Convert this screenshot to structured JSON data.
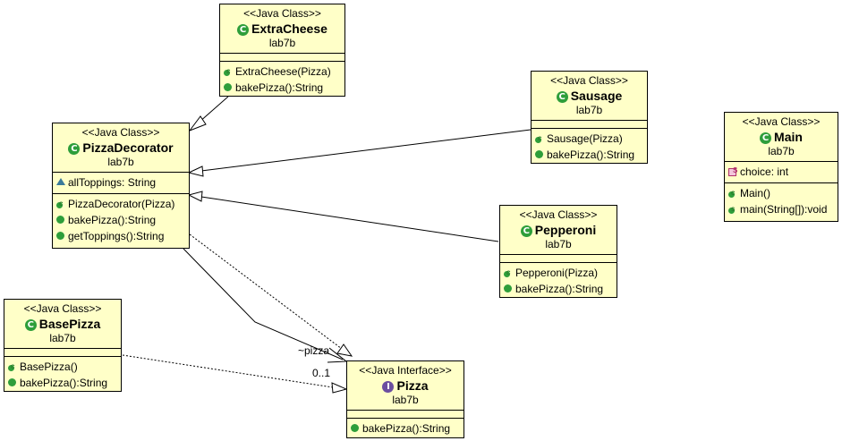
{
  "classes": {
    "extra_cheese": {
      "stereotype": "<<Java Class>>",
      "name": "ExtraCheese",
      "package": "lab7b",
      "badge": "C",
      "attributes": [],
      "methods": [
        "ExtraCheese(Pizza)",
        "bakePizza():String"
      ]
    },
    "sausage": {
      "stereotype": "<<Java Class>>",
      "name": "Sausage",
      "package": "lab7b",
      "badge": "C",
      "attributes": [],
      "methods": [
        "Sausage(Pizza)",
        "bakePizza():String"
      ]
    },
    "main": {
      "stereotype": "<<Java Class>>",
      "name": "Main",
      "package": "lab7b",
      "badge": "C",
      "attributes": [
        "choice: int"
      ],
      "methods": [
        "Main()",
        "main(String[]):void"
      ]
    },
    "pizza_decorator": {
      "stereotype": "<<Java Class>>",
      "name": "PizzaDecorator",
      "package": "lab7b",
      "badge": "C",
      "attributes": [
        "allToppings: String"
      ],
      "methods": [
        "PizzaDecorator(Pizza)",
        "bakePizza():String",
        "getToppings():String"
      ]
    },
    "pepperoni": {
      "stereotype": "<<Java Class>>",
      "name": "Pepperoni",
      "package": "lab7b",
      "badge": "C",
      "attributes": [],
      "methods": [
        "Pepperoni(Pizza)",
        "bakePizza():String"
      ]
    },
    "base_pizza": {
      "stereotype": "<<Java Class>>",
      "name": "BasePizza",
      "package": "lab7b",
      "badge": "C",
      "attributes": [],
      "methods": [
        "BasePizza()",
        "bakePizza():String"
      ]
    },
    "pizza": {
      "stereotype": "<<Java Interface>>",
      "name": "Pizza",
      "package": "lab7b",
      "badge": "I",
      "attributes": [],
      "methods": [
        "bakePizza():String"
      ]
    }
  },
  "association": {
    "role": "~pizza",
    "multiplicity": "0..1"
  }
}
